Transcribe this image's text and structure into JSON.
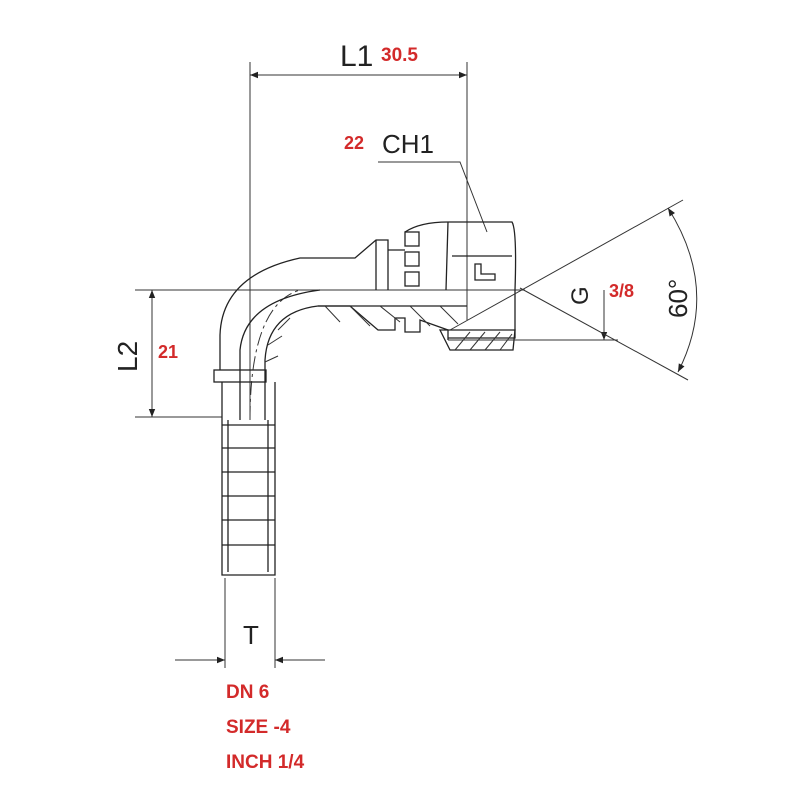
{
  "dimensions": {
    "l1": {
      "label": "L1",
      "value": "30.5"
    },
    "ch1": {
      "label": "CH1",
      "value": "22"
    },
    "l2": {
      "label": "L2",
      "value": "21"
    },
    "g": {
      "label": "G",
      "value": "3/8"
    },
    "angle": {
      "label": "60°"
    },
    "t": {
      "label": "T"
    }
  },
  "specs": {
    "dn": "DN 6",
    "size": "SIZE -4",
    "inch": "INCH 1/4"
  },
  "colors": {
    "value_text": "#d32a2a",
    "line": "#222222"
  }
}
